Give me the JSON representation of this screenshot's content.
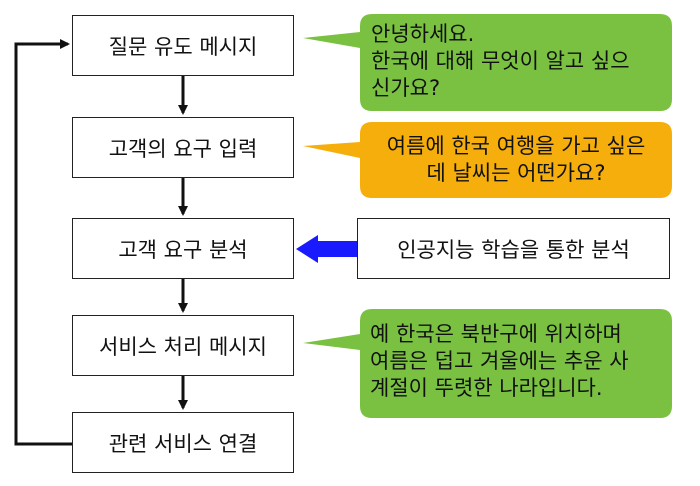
{
  "flow": {
    "step1": "질문 유도 메시지",
    "step2": "고객의 요구 입력",
    "step3": "고객 요구 분석",
    "step4": "서비스 처리 메시지",
    "step5": "관련 서비스 연결"
  },
  "ai_box": "인공지능 학습을 통한 분석",
  "bubbles": {
    "greeting": {
      "line1": "안녕하세요.",
      "line2": "한국에 대해 무엇이 알고 싶으",
      "line3": "신가요?",
      "color": "#7ac142"
    },
    "question": {
      "line1": "여름에 한국 여행을 가고 싶은",
      "line2": "데 날씨는 어떤가요?",
      "color": "#f5ae0b"
    },
    "answer": {
      "line1": "예 한국은 북반구에 위치하며",
      "line2": "여름은 덥고 겨울에는 추운 사",
      "line3": "계절이 뚜렷한 나라입니다.",
      "color": "#7ac142"
    }
  },
  "colors": {
    "arrow_blue": "#1a1aff",
    "line": "#111111"
  }
}
